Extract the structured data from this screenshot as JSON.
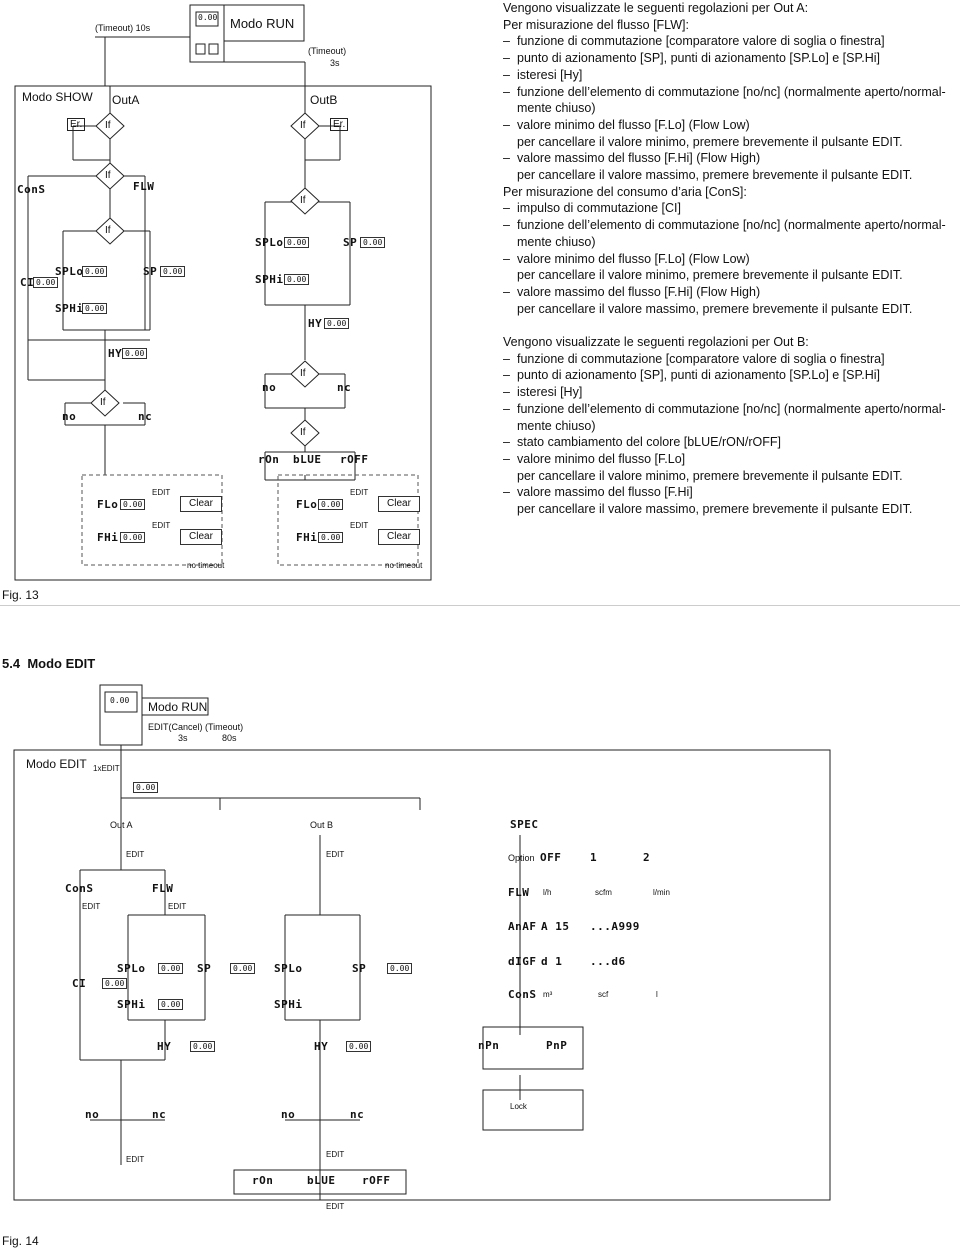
{
  "fig13": {
    "timeout10": "(Timeout)  10s",
    "modo_run": "Modo RUN",
    "timeout3_a": "(Timeout)",
    "timeout3_b": "3s",
    "modo_show": "Modo SHOW",
    "outA": "OutA",
    "outB": "OutB",
    "er": "Er.",
    "if": "If",
    "cons": "ConS",
    "flw": "FLW",
    "ci": "CI",
    "splo": "SPLo",
    "sphi": "SPHi",
    "sp": "SP",
    "hy": "HY",
    "no": "no",
    "nc": "nc",
    "ron": "rOn",
    "blue": "bLUE",
    "roff": "rOFF",
    "flo": "FLo",
    "fhi": "FHi",
    "value": "0.00",
    "edit": "EDIT",
    "clear": "Clear",
    "no_timeout": "no timeout",
    "device_screen": "0.00",
    "caption": "Fig. 13"
  },
  "text": {
    "outA_intro": "Vengono visualizzate le seguenti regolazioni per Out A:",
    "flw_intro": "Per misurazione del flusso [FLW]:",
    "a1": "funzione di commutazione [comparatore valore di soglia o finestra]",
    "a2": "punto di azionamento [SP], punti di azionamento [SP.Lo] e [SP.Hi]",
    "a3": "isteresi [Hy]",
    "a4a": "funzione dell’elemento di commutazione [no/nc] (normalmente aperto/normal-",
    "a4b": "mente chiuso)",
    "a5": "valore minimo del flusso [F.Lo] (Flow Low)",
    "a5b": "per cancellare il valore minimo, premere brevemente il pulsante EDIT.",
    "a6": "valore massimo del flusso [F.Hi] (Flow High)",
    "a6b": "per cancellare il valore massimo, premere brevemente il pulsante EDIT.",
    "cons_intro": "Per misurazione del consumo d’aria [ConS]:",
    "c1": "impulso di commutazione [CI]",
    "c2a": "funzione dell’elemento di commutazione [no/nc] (normalmente aperto/normal-",
    "c2b": "mente chiuso)",
    "c3": "valore minimo del flusso [F.Lo] (Flow Low)",
    "c3b": "per cancellare il valore minimo, premere brevemente il pulsante EDIT.",
    "c4": "valore massimo del flusso [F.Hi] (Flow High)",
    "c4b": "per cancellare il valore massimo, premere brevemente il pulsante EDIT.",
    "outB_intro": "Vengono visualizzate le seguenti regolazioni per Out B:",
    "b1": "funzione di commutazione [comparatore valore di soglia o finestra]",
    "b2": "punto di azionamento [SP], punti di azionamento [SP.Lo] e [SP.Hi]",
    "b3": "isteresi [Hy]",
    "b4a": "funzione dell’elemento di commutazione [no/nc] (normalmente aperto/normal-",
    "b4b": "mente chiuso)",
    "b5": "stato cambiamento del colore [bLUE/rON/rOFF]",
    "b6": "valore minimo del flusso [F.Lo]",
    "b6b": "per cancellare il valore minimo, premere brevemente il pulsante EDIT.",
    "b7": "valore massimo del flusso [F.Hi]",
    "b7b": "per cancellare il valore massimo, premere brevemente il pulsante EDIT.",
    "dash": "–"
  },
  "section": {
    "number": "5.4",
    "title": "Modo EDIT"
  },
  "fig14": {
    "modo_run": "Modo RUN",
    "edit_cancel": "EDIT(Cancel)",
    "three_s": "3s",
    "timeout": "(Timeout)",
    "eighty_s": "80s",
    "modo_edit": "Modo EDIT",
    "one_x_edit": "1xEDIT",
    "value": "0.00",
    "out_a": "Out A",
    "out_b": "Out B",
    "spec": "SPEC",
    "edit": "EDIT",
    "option": "Option",
    "off": "OFF",
    "one": "1",
    "two": "2",
    "cons": "ConS",
    "flw": "FLW",
    "lh": "l/h",
    "scfm": "scfm",
    "lmin": "l/min",
    "anaf": "AnAF",
    "a15": "A 15",
    "a999": "...A999",
    "digf": "dIGF",
    "d1": "d 1",
    "d6": "...d6",
    "m3": "m³",
    "scf": "scf",
    "l": "l",
    "ci": "CI",
    "splo": "SPLo",
    "sphi": "SPHi",
    "sp": "SP",
    "hy": "HY",
    "npn": "nPn",
    "pnp": "PnP",
    "lock": "Lock",
    "no": "no",
    "nc": "nc",
    "ron": "rOn",
    "blue": "bLUE",
    "roff": "rOFF",
    "caption": "Fig. 14"
  }
}
